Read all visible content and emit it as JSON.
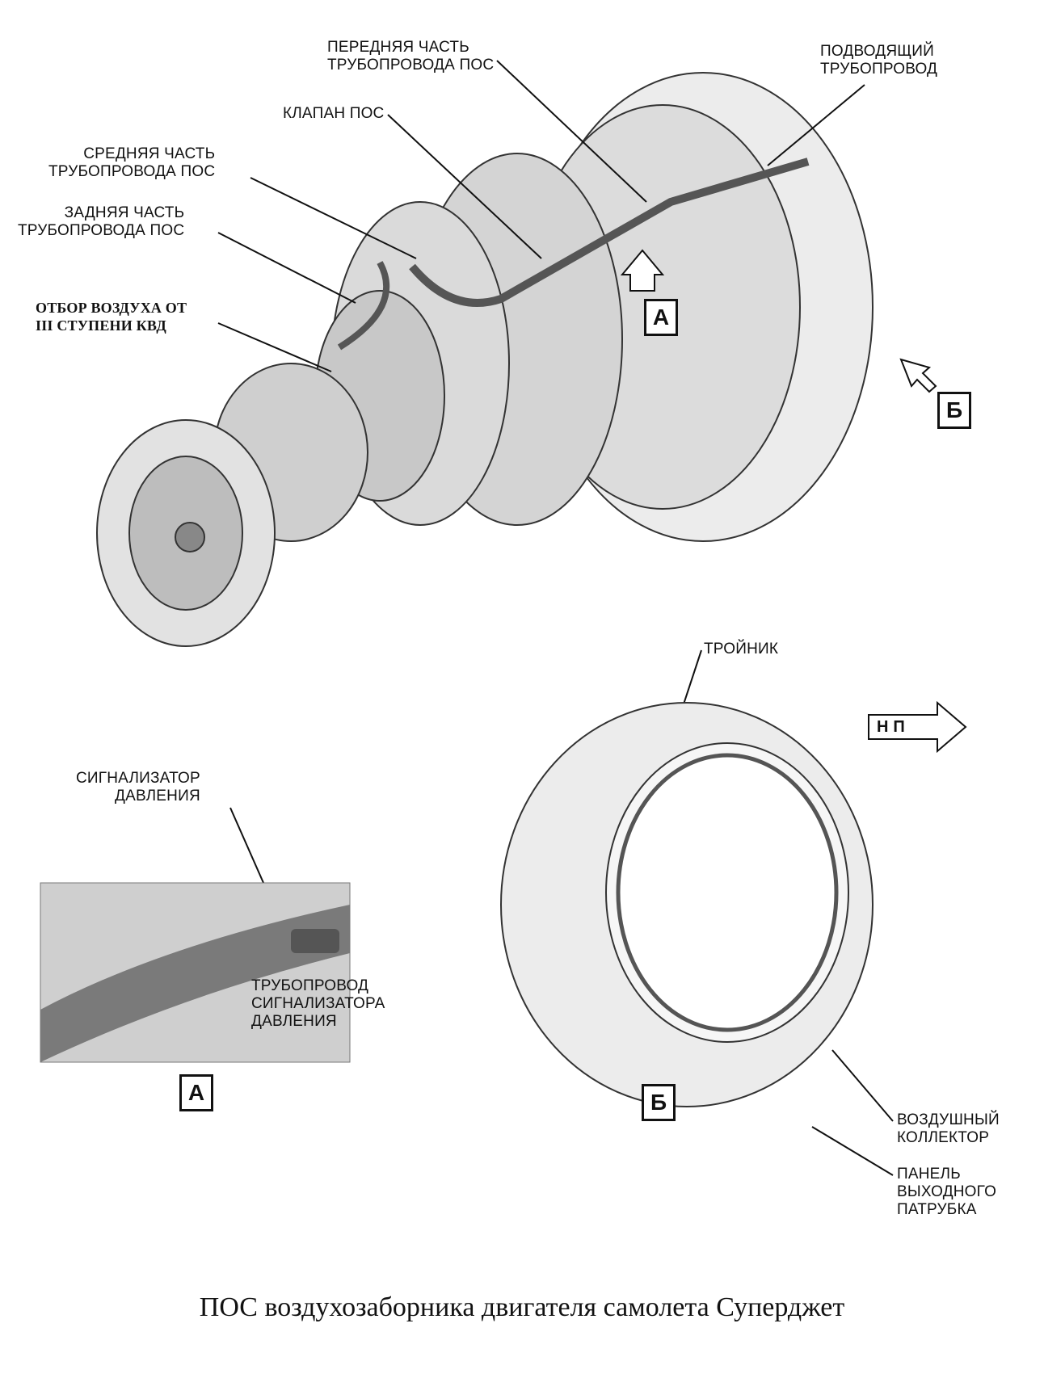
{
  "labels": {
    "front_pipe": [
      "ПЕРЕДНЯЯ ЧАСТЬ",
      "ТРУБОПРОВОДА ПОС"
    ],
    "supply_pipe": [
      "ПОДВОДЯЩИЙ",
      "ТРУБОПРОВОД"
    ],
    "valve": "КЛАПАН ПОС",
    "middle_pipe": [
      "СРЕДНЯЯ ЧАСТЬ",
      "ТРУБОПРОВОДА ПОС"
    ],
    "rear_pipe": [
      "ЗАДНЯЯ ЧАСТЬ",
      "ТРУБОПРОВОДА ПОС"
    ],
    "bleed": [
      "ОТБОР ВОЗДУХА ОТ",
      "III СТУПЕНИ  КВД"
    ],
    "tee": "ТРОЙНИК",
    "flight_dir": "Н П",
    "pressure_switch": [
      "СИГНАЛИЗАТОР",
      "ДАВЛЕНИЯ"
    ],
    "switch_pipe": [
      "ТРУБОПРОВОД",
      "СИГНАЛИЗАТОРА",
      "ДАВЛЕНИЯ"
    ],
    "air_collector": [
      "ВОЗДУШНЫЙ",
      "КОЛЛЕКТОР"
    ],
    "exhaust_panel": [
      "ПАНЕЛЬ",
      "ВЫХОДНОГО",
      "ПАТРУБКА"
    ]
  },
  "views": {
    "a": "А",
    "b": "Б"
  },
  "caption": "ПОС воздухозаборника двигателя самолета Суперджет"
}
